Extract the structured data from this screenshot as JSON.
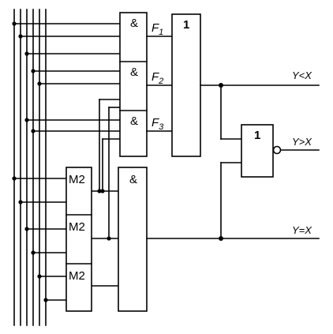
{
  "gates": {
    "and_symbol": "&",
    "or_symbol": "1",
    "nor_symbol": "1",
    "xor_label": "M2"
  },
  "signals": {
    "f1": "F",
    "f1_sub": "1",
    "f2": "F",
    "f2_sub": "2",
    "f3": "F",
    "f3_sub": "3"
  },
  "outputs": {
    "less": "Y<X",
    "greater": "Y>X",
    "equal": "Y=X"
  }
}
